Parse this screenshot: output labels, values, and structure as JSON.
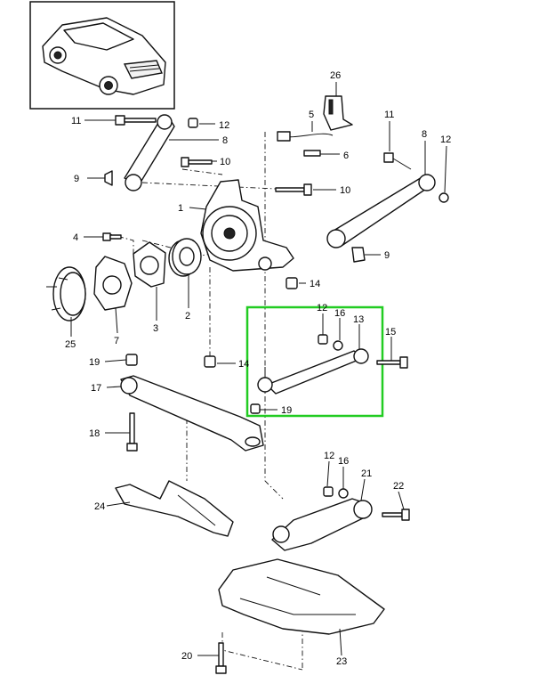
{
  "diagram": {
    "highlight_color": "#22cc22",
    "callouts": {
      "c1": "1",
      "c2": "2",
      "c3": "3",
      "c4": "4",
      "c5": "5",
      "c6": "6",
      "c7": "7",
      "c8a": "8",
      "c8b": "8",
      "c9a": "9",
      "c9b": "9",
      "c10a": "10",
      "c10b": "10",
      "c11a": "11",
      "c11b": "11",
      "c12a": "12",
      "c12b": "12",
      "c12c": "12",
      "c12d": "12",
      "c13": "13",
      "c14a": "14",
      "c14b": "14",
      "c15": "15",
      "c16a": "16",
      "c16b": "16",
      "c17": "17",
      "c18": "18",
      "c19a": "19",
      "c19b": "19",
      "c20": "20",
      "c21": "21",
      "c22": "22",
      "c23": "23",
      "c24": "24",
      "c25": "25",
      "c26": "26"
    }
  }
}
